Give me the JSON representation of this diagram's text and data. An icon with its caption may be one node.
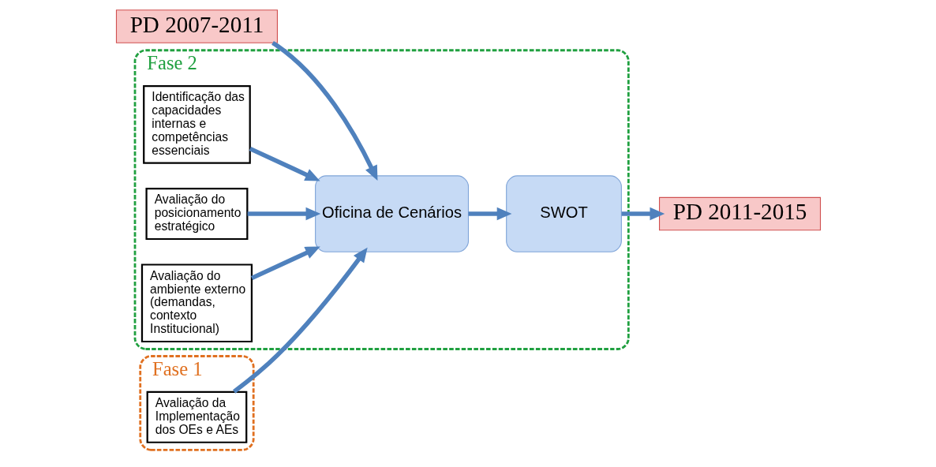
{
  "diagram": {
    "nodes": [
      {
        "text": [
          "PD 2007-2011"
        ]
      },
      {
        "text": [
          "Fase 1"
        ]
      },
      {
        "text": [
          "Avaliação da Implementação dos OEs e AEs"
        ],
        "in": 1
      },
      {
        "text": [
          "Fase 2"
        ]
      },
      {
        "text": [
          "Identificação das capacidades internas e competências essenciais"
        ],
        "in": 3
      },
      {
        "text": [
          "Oficina de Cenários"
        ],
        "in": 3
      },
      {
        "text": [
          "SWOT"
        ],
        "in": 3
      },
      {
        "text": [
          "Avaliação do posicionamento estratégico"
        ],
        "in": 3
      },
      {
        "text": [
          "Avaliação do ambiente externo (demandas, contexto Institucional)"
        ],
        "in": 3
      },
      {
        "text": [
          "PD 2011-2015"
        ]
      }
    ],
    "edges": [
      {
        "from": 0,
        "to": 5,
        "arrow": "to"
      },
      {
        "from": 2,
        "to": 5,
        "arrow": "to"
      },
      {
        "from": 4,
        "to": 5,
        "arrow": "to"
      },
      {
        "from": 7,
        "to": 5,
        "arrow": "to"
      },
      {
        "from": 8,
        "to": 5,
        "arrow": "to"
      },
      {
        "from": 5,
        "to": 6,
        "arrow": "to"
      },
      {
        "from": 6,
        "to": 9,
        "arrow": "to"
      }
    ]
  }
}
